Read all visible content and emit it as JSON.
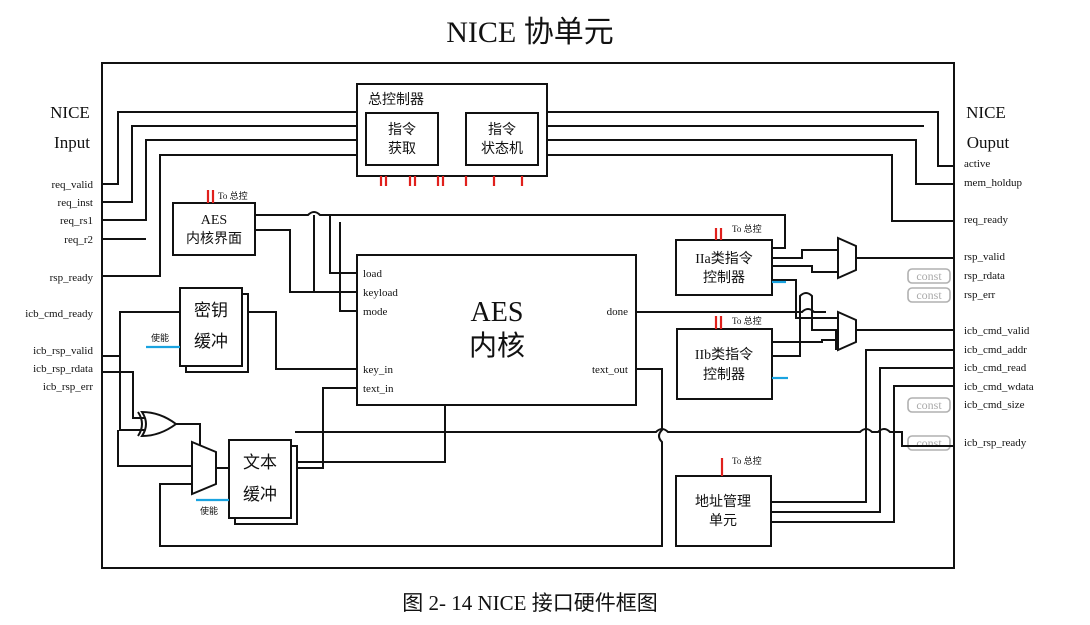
{
  "title": "NICE 协单元",
  "caption": "图  2- 14 NICE 接口硬件框图",
  "input_heading": [
    "NICE",
    "Input"
  ],
  "output_heading": [
    "NICE",
    "Ouput"
  ],
  "input_signals": [
    "req_valid",
    "req_inst",
    "req_rs1",
    "req_r2",
    "rsp_ready",
    "icb_cmd_ready",
    "icb_rsp_valid",
    "icb_rsp_rdata",
    "icb_rsp_err"
  ],
  "output_signals": [
    "active",
    "mem_holdup",
    "req_ready",
    "rsp_valid",
    "rsp_rdata",
    "rsp_err",
    "icb_cmd_valid",
    "icb_cmd_addr",
    "icb_cmd_read",
    "icb_cmd_wdata",
    "icb_cmd_size",
    "icb_rsp_ready"
  ],
  "const_label": "const",
  "blocks": {
    "master_ctrl": "总控制器",
    "fetch": [
      "指令",
      "获取"
    ],
    "fsm": [
      "指令",
      "状态机"
    ],
    "aes_if": [
      "AES",
      "内核界面"
    ],
    "key_buf": [
      "密钥",
      "缓冲"
    ],
    "text_buf": [
      "文本",
      "缓冲"
    ],
    "aes_core": [
      "AES",
      "内核"
    ],
    "ctrl_a": [
      "IIa类指令",
      "控制器"
    ],
    "ctrl_b": [
      "IIb类指令",
      "控制器"
    ],
    "addr": [
      "地址管理",
      "单元"
    ]
  },
  "core_ports_left": [
    "load",
    "keyload",
    "mode",
    "key_in",
    "text_in"
  ],
  "core_ports_right": [
    "done",
    "text_out"
  ],
  "to_ctrl": "To 总控",
  "enable": "使能"
}
